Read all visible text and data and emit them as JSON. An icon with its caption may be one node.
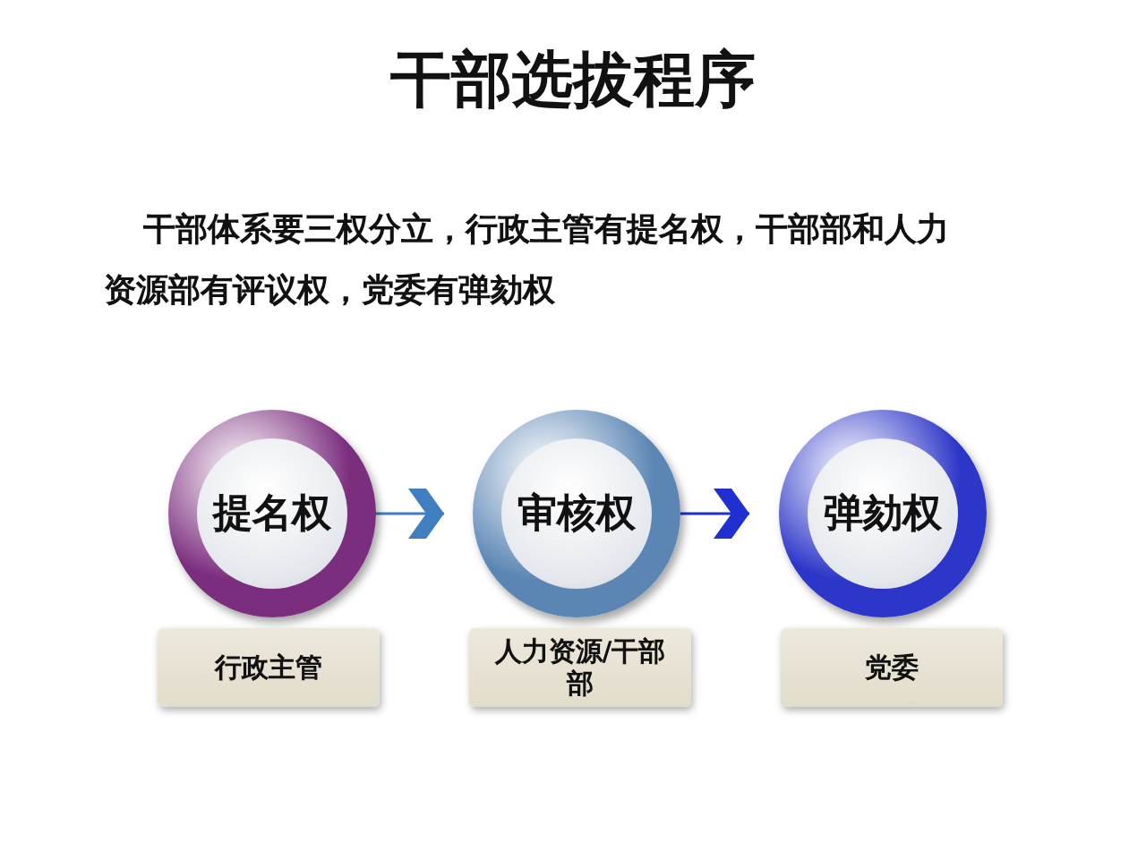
{
  "diagram": {
    "title": "干部选拔程序",
    "nodes": [
      {
        "text": [
          "提名权"
        ]
      },
      {
        "text": [
          "审核权"
        ]
      },
      {
        "text": [
          "弹劾权"
        ]
      },
      {
        "text": [
          "行政主管"
        ]
      },
      {
        "text": [
          "人力资源/干部部"
        ]
      },
      {
        "text": [
          "党委"
        ]
      }
    ],
    "edges": [
      {
        "from": 0,
        "to": 1,
        "arrow": "to",
        "color": "#3f7fc0"
      },
      {
        "from": 1,
        "to": 2,
        "arrow": "to",
        "color": "#1f2fd0"
      }
    ],
    "labels": [
      "干部体系要三权分立，行政主管有提名权，干部部和人力资源部有评议权，党委有弹劾权"
    ]
  }
}
